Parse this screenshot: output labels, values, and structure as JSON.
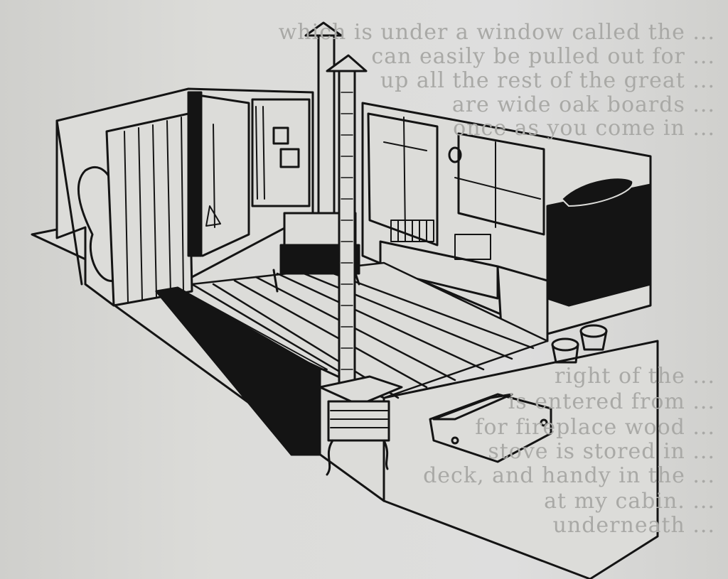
{
  "page": {
    "show_through_text": [
      "which is under a window called the ...",
      "can easily be pulled out for ...",
      "up all the rest of the great ...",
      "are wide oak boards ...",
      "once as you come in ...",
      "right of the ...",
      "is entered from ...",
      "for fireplace wood ...",
      "stove is stored in ...",
      "deck, and handy in the ...",
      "at my cabin. ...",
      "underneath ..."
    ]
  },
  "illustration": {
    "subject": "cabin-interior-cutaway",
    "ink": "#141414",
    "paper": "#dcdcd9"
  }
}
